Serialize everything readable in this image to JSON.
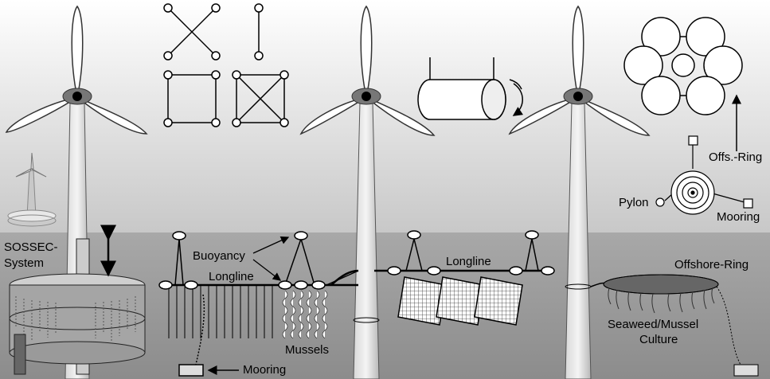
{
  "labels": {
    "sossec_1": "SOSSEC-",
    "sossec_2": "System",
    "buoyancy": "Buoyancy",
    "longline_left": "Longline",
    "mussels": "Mussels",
    "mooring_left": "Mooring",
    "longline_mid": "Longline",
    "offshore_ring": "Offshore-Ring",
    "culture_1": "Seaweed/Mussel",
    "culture_2": "Culture",
    "offs_ring": "Offs.-Ring",
    "pylon": "Pylon",
    "mooring_right": "Mooring"
  }
}
